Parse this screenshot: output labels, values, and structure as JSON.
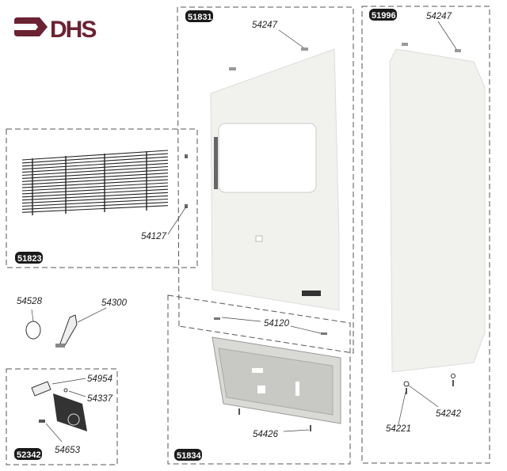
{
  "logo": {
    "text": "DHS",
    "color": "#6b2233"
  },
  "assemblies": {
    "front_panel": "51831",
    "side_panel": "51996",
    "grille": "51823",
    "control_bezel": "51834",
    "knob_kit": "52342"
  },
  "parts": {
    "clip_front": "54247",
    "clip_side": "54247",
    "grille_clip": "54127",
    "knob_cap": "54528",
    "lever": "54300",
    "tube": "54954",
    "washer_small": "54337",
    "screw_kit": "54653",
    "hinge_pins": "54120",
    "bezel_screw": "54426",
    "side_washer": "54242",
    "side_screw": "54221"
  },
  "colors": {
    "badge": "#1a1a1a",
    "panel": "#f1f1ee",
    "bezel": "#d9d9d6"
  }
}
